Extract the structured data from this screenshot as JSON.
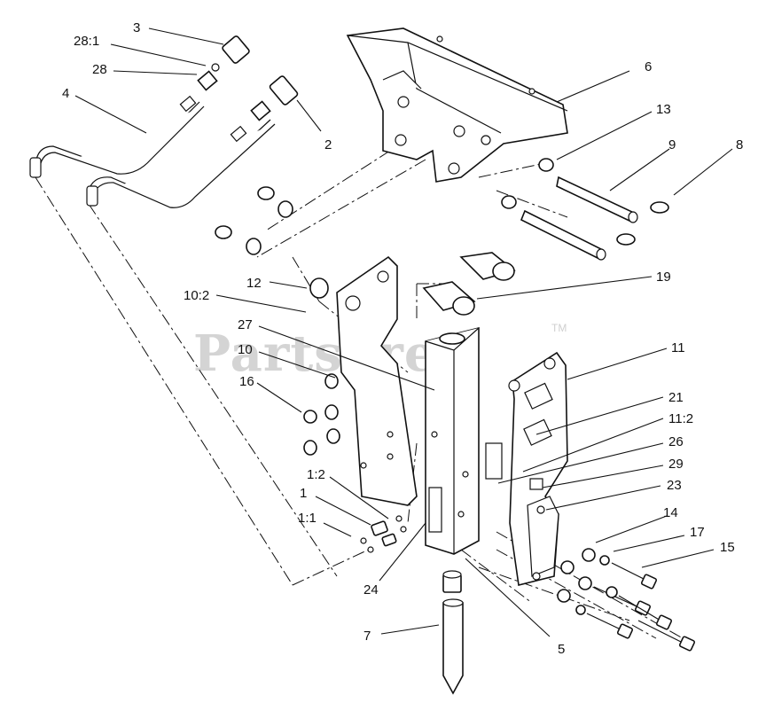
{
  "watermark": {
    "text": "PartsTree",
    "tm": "TM"
  },
  "callouts": [
    {
      "id": "c-3",
      "label": "3"
    },
    {
      "id": "c-28-1",
      "label": "28:1"
    },
    {
      "id": "c-28",
      "label": "28"
    },
    {
      "id": "c-4",
      "label": "4"
    },
    {
      "id": "c-2",
      "label": "2"
    },
    {
      "id": "c-6",
      "label": "6"
    },
    {
      "id": "c-13",
      "label": "13"
    },
    {
      "id": "c-9",
      "label": "9"
    },
    {
      "id": "c-8",
      "label": "8"
    },
    {
      "id": "c-12",
      "label": "12"
    },
    {
      "id": "c-19",
      "label": "19"
    },
    {
      "id": "c-10-2",
      "label": "10:2"
    },
    {
      "id": "c-27",
      "label": "27"
    },
    {
      "id": "c-10",
      "label": "10"
    },
    {
      "id": "c-11",
      "label": "11"
    },
    {
      "id": "c-16",
      "label": "16"
    },
    {
      "id": "c-21",
      "label": "21"
    },
    {
      "id": "c-11-2",
      "label": "11:2"
    },
    {
      "id": "c-26",
      "label": "26"
    },
    {
      "id": "c-29",
      "label": "29"
    },
    {
      "id": "c-23",
      "label": "23"
    },
    {
      "id": "c-1-2",
      "label": "1:2"
    },
    {
      "id": "c-1",
      "label": "1"
    },
    {
      "id": "c-1-1",
      "label": "1:1"
    },
    {
      "id": "c-14",
      "label": "14"
    },
    {
      "id": "c-17",
      "label": "17"
    },
    {
      "id": "c-15",
      "label": "15"
    },
    {
      "id": "c-24",
      "label": "24"
    },
    {
      "id": "c-7",
      "label": "7"
    },
    {
      "id": "c-5",
      "label": "5"
    }
  ]
}
